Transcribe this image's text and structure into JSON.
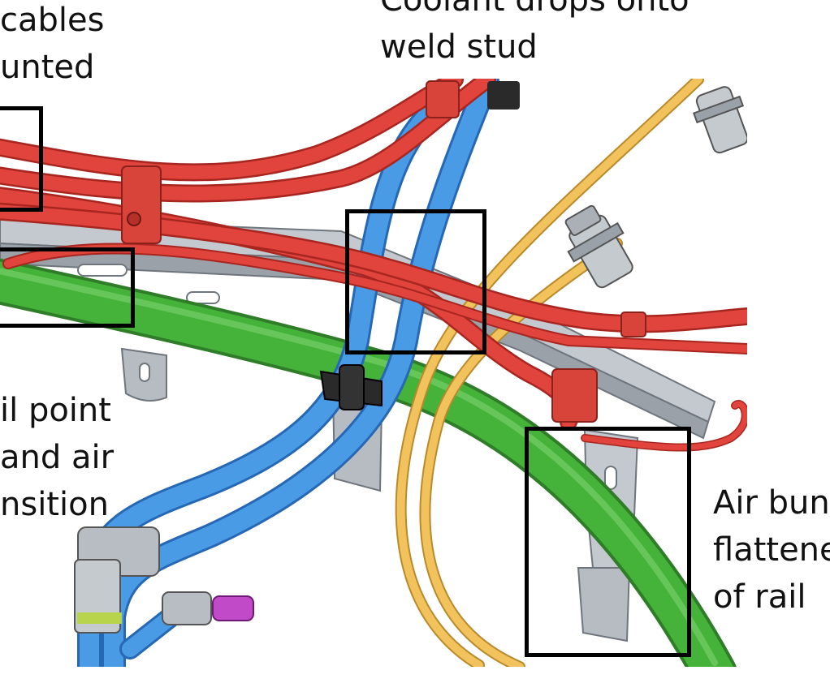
{
  "labels": {
    "cables": [
      "cables",
      "unted"
    ],
    "coolant": [
      "Coolant drops onto",
      "weld stud"
    ],
    "rail": [
      "il point",
      "and air",
      "nsition"
    ],
    "air": [
      "Air bund",
      "flattene",
      "of rail"
    ]
  },
  "colors": {
    "red_cable": "#e0443c",
    "blue_hose": "#4a9be6",
    "green_bundle": "#45b23a",
    "yellow_cable": "#f2c25c",
    "rail_steel": "#c4c9cf",
    "box_stroke": "#000000"
  }
}
